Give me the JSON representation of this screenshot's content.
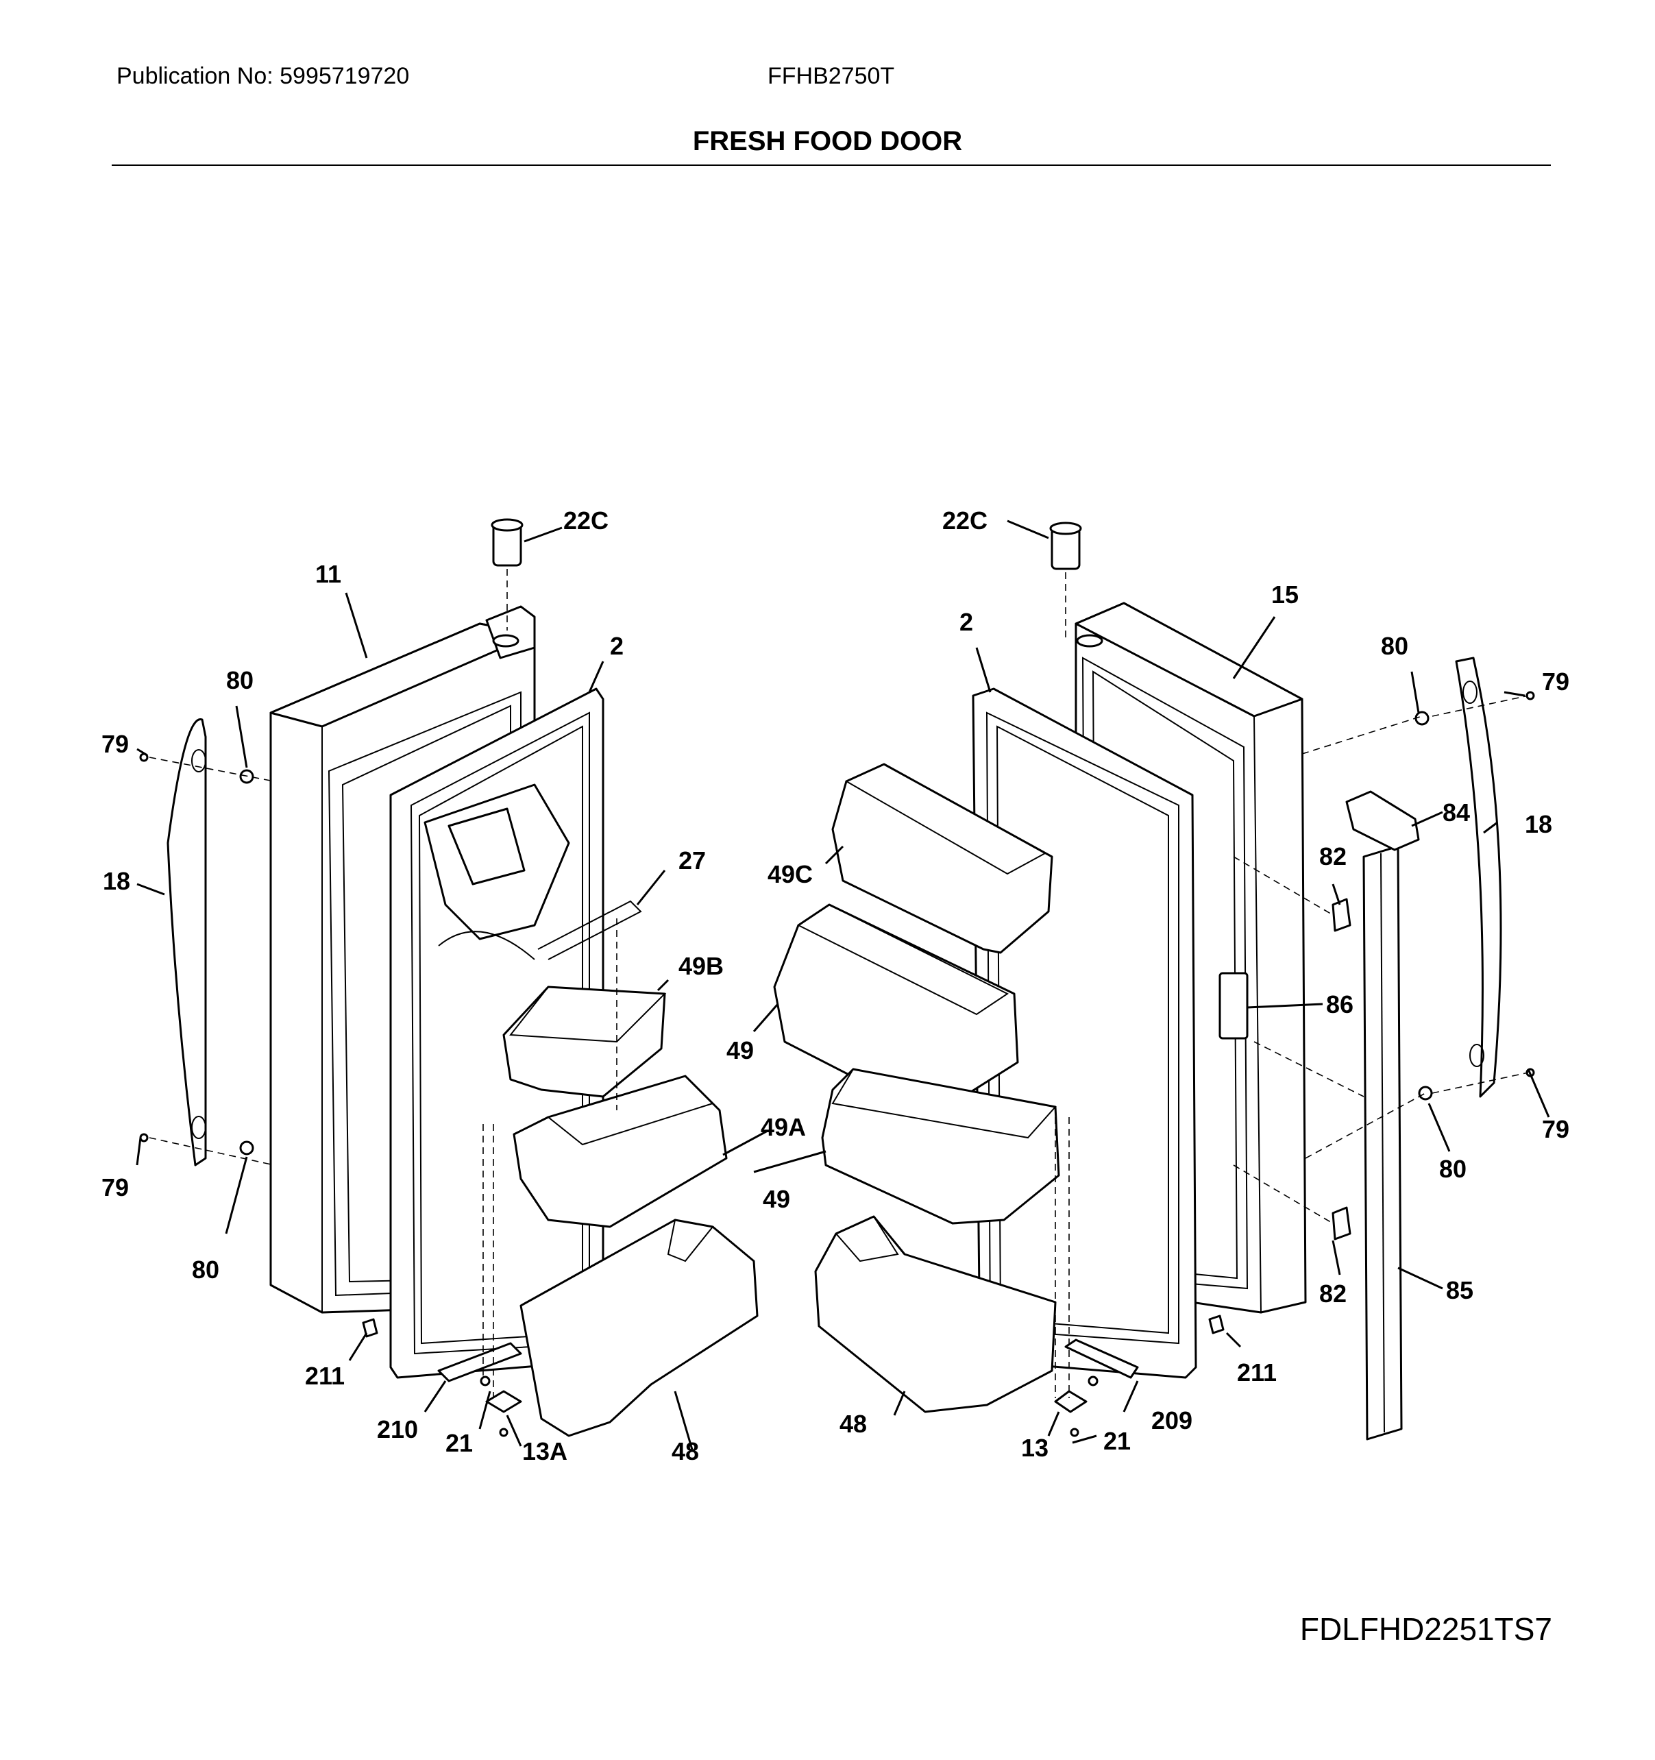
{
  "header": {
    "publication": "Publication No: 5995719720",
    "model": "FFHB2750T",
    "section_title": "FRESH FOOD DOOR"
  },
  "footer": {
    "code": "FDLFHD2251TS7"
  },
  "callouts": {
    "c22c_left": "22C",
    "c11": "11",
    "c2_left": "2",
    "c80_tl": "80",
    "c79_tl": "79",
    "c18_left": "18",
    "c27": "27",
    "c49b": "49B",
    "c49a": "49A",
    "c79_bl": "79",
    "c80_bl": "80",
    "c211_left": "211",
    "c210": "210",
    "c21_left": "21",
    "c13a": "13A",
    "c48_left": "48",
    "c22c_right": "22C",
    "c2_right": "2",
    "c15": "15",
    "c80_tr": "80",
    "c79_tr": "79",
    "c49c": "49C",
    "c49_upper": "49",
    "c49_lower": "49",
    "c84": "84",
    "c18_right": "18",
    "c82_upper": "82",
    "c86": "86",
    "c79_br": "79",
    "c80_br": "80",
    "c82_lower": "82",
    "c85": "85",
    "c211_right": "211",
    "c48_right": "48",
    "c13": "13",
    "c21_right": "21",
    "c209": "209"
  }
}
